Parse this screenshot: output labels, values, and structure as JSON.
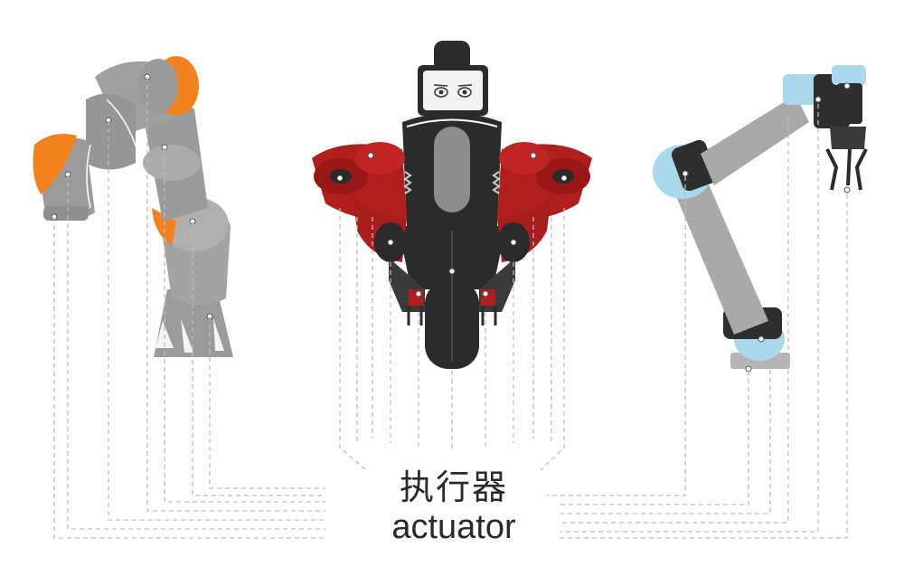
{
  "label": {
    "chinese": "执行器",
    "english": "actuator"
  },
  "colors": {
    "left_arm_body": "#9b9b9b",
    "left_arm_accent": "#f2821e",
    "center_robot_red": "#b01e1e",
    "center_robot_dark": "#2b2b2b",
    "right_arm_body": "#a9a9a9",
    "right_arm_joint": "#a9d8ec",
    "leader_line": "#bdbdbd"
  },
  "icons": [
    "kuka-lbr-arm-illustration",
    "baxter-robot-illustration",
    "ur-arm-illustration"
  ]
}
